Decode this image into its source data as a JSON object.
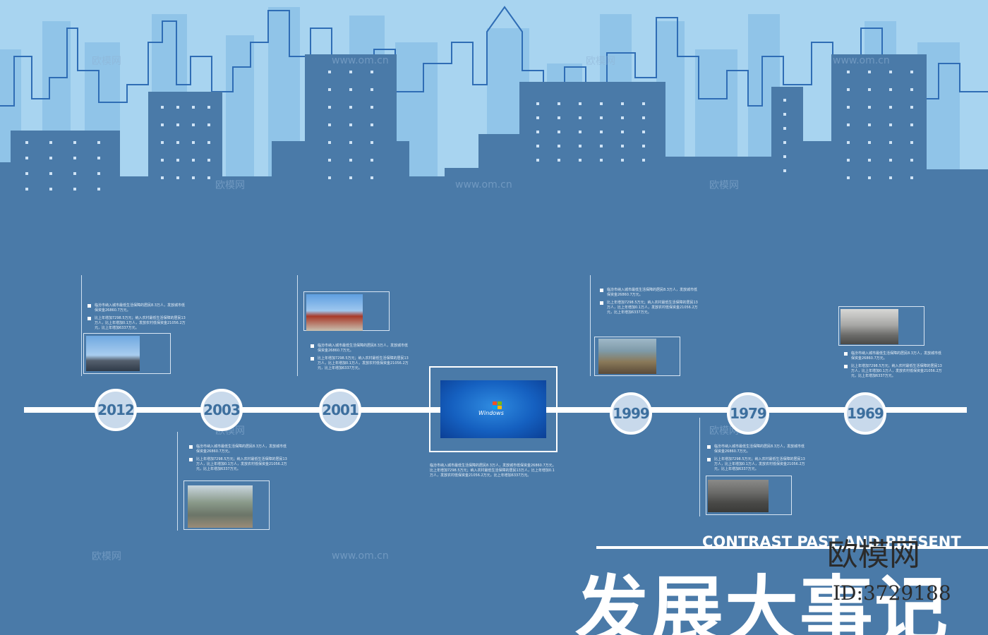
{
  "timeline": {
    "nodes": [
      {
        "year": "2012"
      },
      {
        "year": "2003"
      },
      {
        "year": "2001"
      },
      {
        "year": "1999"
      },
      {
        "year": "1979"
      },
      {
        "year": "1969"
      }
    ],
    "blurbs": {
      "line1": "临汾市纳入城市最低生活保障的居民8.3万人，发放城市低保资金26860.7万元。",
      "line2": "比上年增加7298.5万元；纳入农村最低生活保障的居民13万人，比上年增加0.1万人，发放农村低保资金21056.2万元，比上年增加6337万元。"
    },
    "center_text": "临汾市纳入城市最低生活保障的居民8.3万人，发放城市低保资金26860.7万元，比上年增加7298.5万元；纳入农村最低生活保障的居民13万人，比上年增加0.1万人，发放农村低保资金21056.2万元，比上年增加6337万元。",
    "windows_label": "Windows"
  },
  "title": {
    "english": "CONTRAST PAST AND PRESENT",
    "chinese": "发展大事记"
  },
  "watermark": {
    "cn": "欧模网",
    "url": "www.om.cn",
    "brand": "欧模网",
    "id": "ID:3729188"
  },
  "colors": {
    "background": "#4a7aa8",
    "sky": "#a8d4f0",
    "buildings": "#4a7aa8",
    "outline": "#2f6db5",
    "accent": "#ffffff"
  }
}
